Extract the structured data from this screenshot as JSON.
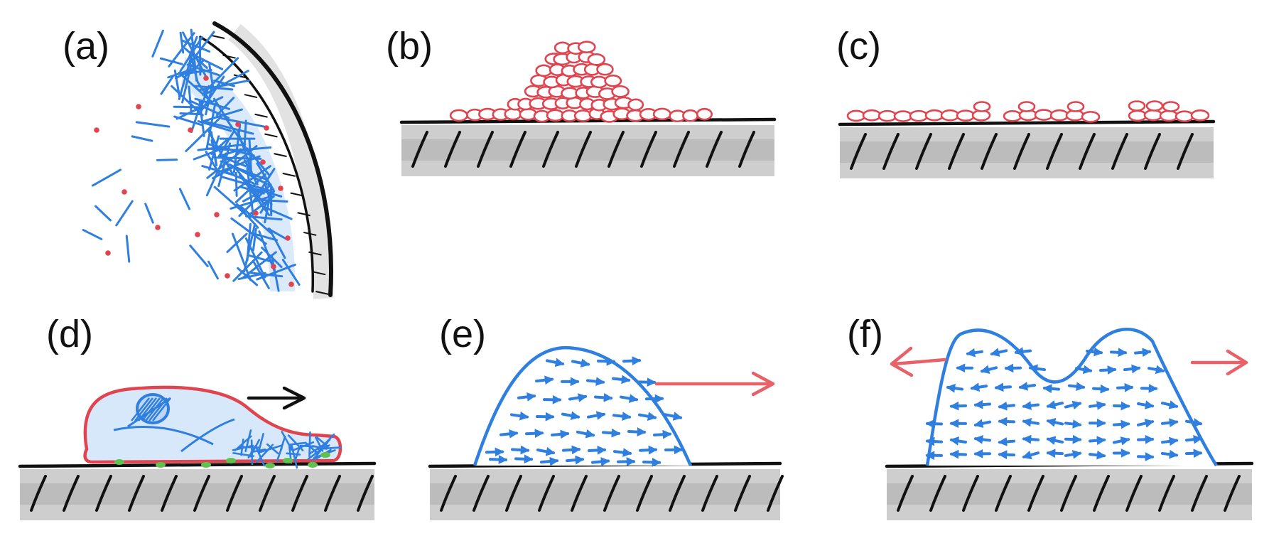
{
  "panels": [
    {
      "id": "a",
      "label": "(a)"
    },
    {
      "id": "b",
      "label": "(b)"
    },
    {
      "id": "c",
      "label": "(c)"
    },
    {
      "id": "d",
      "label": "(d)"
    },
    {
      "id": "e",
      "label": "(e)"
    },
    {
      "id": "f",
      "label": "(f)"
    }
  ],
  "colors": {
    "cell_red": "#e0454f",
    "actin_blue": "#2f7fe0",
    "fill_blue": "#d7e8fb",
    "adhesion_green": "#5fc24f",
    "arrow_red": "#e86068",
    "ink": "#111111",
    "substrate_gray": "#bdbdbd",
    "substrate_dark": "#9c9c9c"
  }
}
